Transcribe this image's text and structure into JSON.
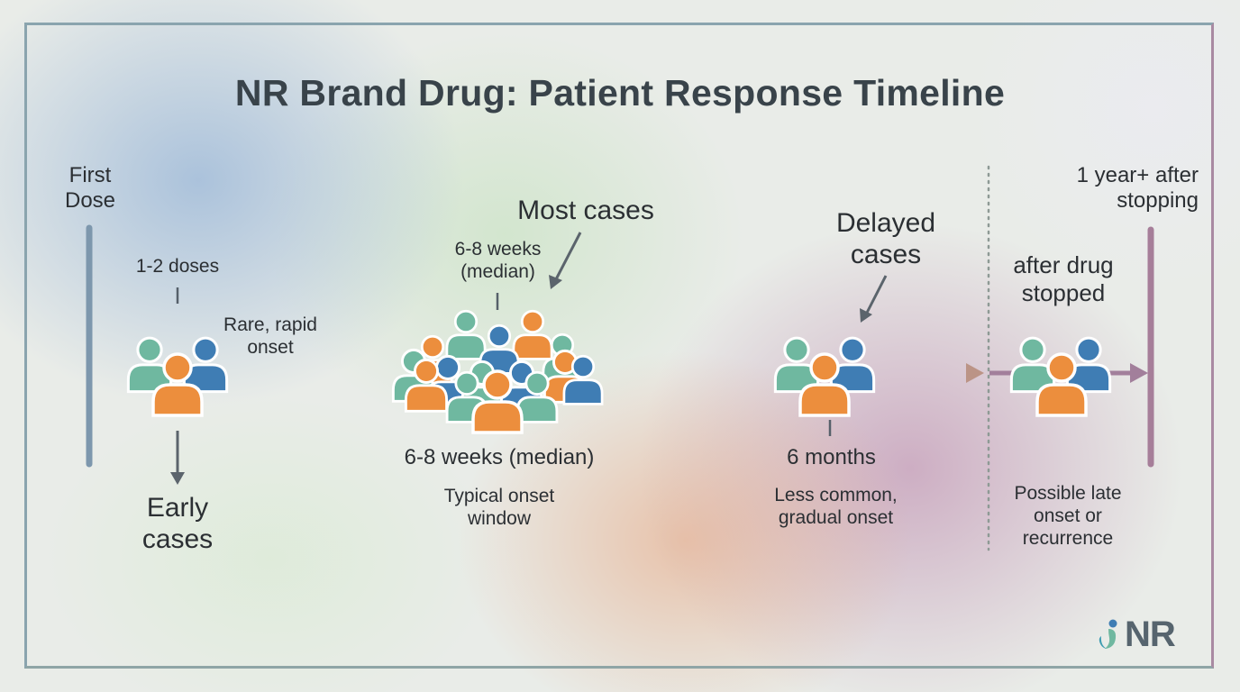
{
  "title": "NR Brand Drug: Patient Response Timeline",
  "start_marker": "First\nDose",
  "end_marker": "1 year+ after\nstopping",
  "groups": {
    "early": {
      "dose_note": "1-2 doses",
      "side_note": "Rare, rapid\nonset",
      "label": "Early\ncases"
    },
    "most": {
      "heading": "Most cases",
      "top_note": "6-8 weeks\n(median)",
      "time": "6-8 weeks (median)",
      "description": "Typical onset\nwindow"
    },
    "delayed": {
      "heading": "Delayed\ncases",
      "time": "6 months",
      "description": "Less common,\ngradual onset"
    },
    "after": {
      "heading": "after drug\nstopped",
      "description": "Possible late\nonset or\nrecurrence"
    }
  },
  "logo": {
    "text": "NR"
  },
  "colors": {
    "teal": "#6fb8a0",
    "orange": "#ec8e3d",
    "blue": "#3f7db4",
    "axis_left": "#7d97ad",
    "axis_right": "#a67e99"
  }
}
